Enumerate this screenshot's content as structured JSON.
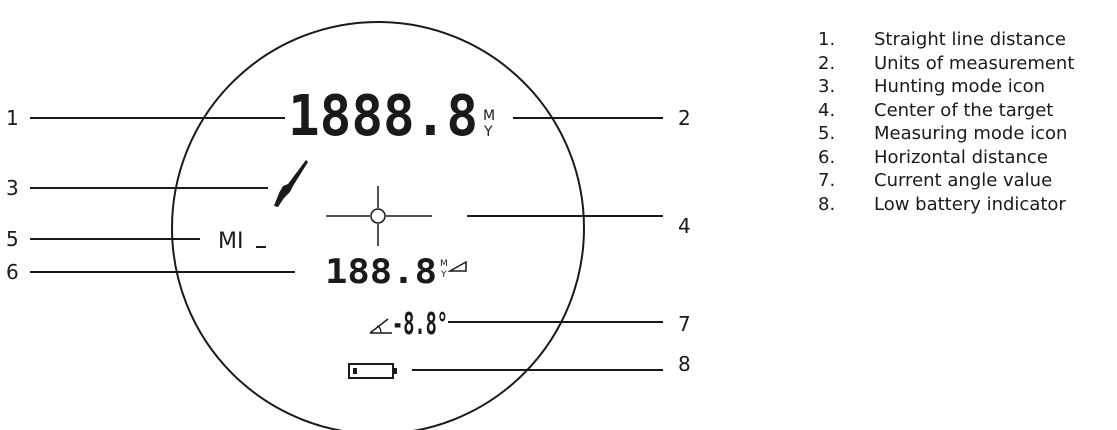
{
  "callouts": {
    "c1": "1",
    "c2": "2",
    "c3": "3",
    "c4": "4",
    "c5": "5",
    "c6": "6",
    "c7": "7",
    "c8": "8"
  },
  "display": {
    "main_distance": "1888.8",
    "main_unit_top": "M",
    "main_unit_bottom": "Y",
    "mode_text": "MI",
    "horizontal_distance": "188.8",
    "horizontal_unit_top": "M",
    "horizontal_unit_bottom": "Y",
    "angle_value": "-8.8°"
  },
  "legend": [
    {
      "number": "1.",
      "label": "Straight line distance"
    },
    {
      "number": "2.",
      "label": "Units of measurement"
    },
    {
      "number": "3.",
      "label": "Hunting mode icon"
    },
    {
      "number": "4.",
      "label": "Center of the target"
    },
    {
      "number": "5.",
      "label": "Measuring mode icon"
    },
    {
      "number": "6.",
      "label": "Horizontal distance"
    },
    {
      "number": "7.",
      "label": "Current angle value"
    },
    {
      "number": "8.",
      "label": "Low battery indicator"
    }
  ],
  "icons": {
    "rifle": "rifle-icon",
    "crosshair": "crosshair-icon",
    "angle": "angle-icon",
    "slope": "slope-icon",
    "battery": "battery-icon"
  },
  "colors": {
    "ink": "#1a1a1a",
    "background": "#ffffff"
  }
}
